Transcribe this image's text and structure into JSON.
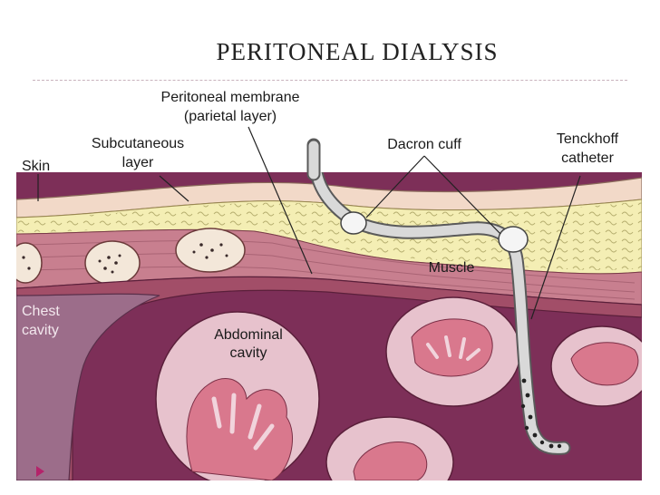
{
  "title": "PERITONEAL DIALYSIS",
  "labels": {
    "peritoneal_membrane_1": "Peritoneal membrane",
    "peritoneal_membrane_2": "(parietal layer)",
    "subcutaneous_1": "Subcutaneous",
    "subcutaneous_2": "layer",
    "skin": "Skin",
    "dacron_cuff": "Dacron cuff",
    "tenckhoff_1": "Tenckhoff",
    "tenckhoff_2": "catheter",
    "muscle": "Muscle",
    "chest_1": "Chest",
    "chest_2": "cavity",
    "abdominal_1": "Abdominal",
    "abdominal_2": "cavity"
  },
  "colors": {
    "skin": "#f2d9c8",
    "subcutaneous": "#f4eeb4",
    "muscle": "#c87f8f",
    "peritoneum": "#a24e68",
    "abdominal_cavity": "#7d2f58",
    "chest_cavity": "#9c6d8a",
    "bowel_outer": "#e7c2cd",
    "bowel_inner": "#d9788d",
    "catheter": "#d9d9d9"
  }
}
